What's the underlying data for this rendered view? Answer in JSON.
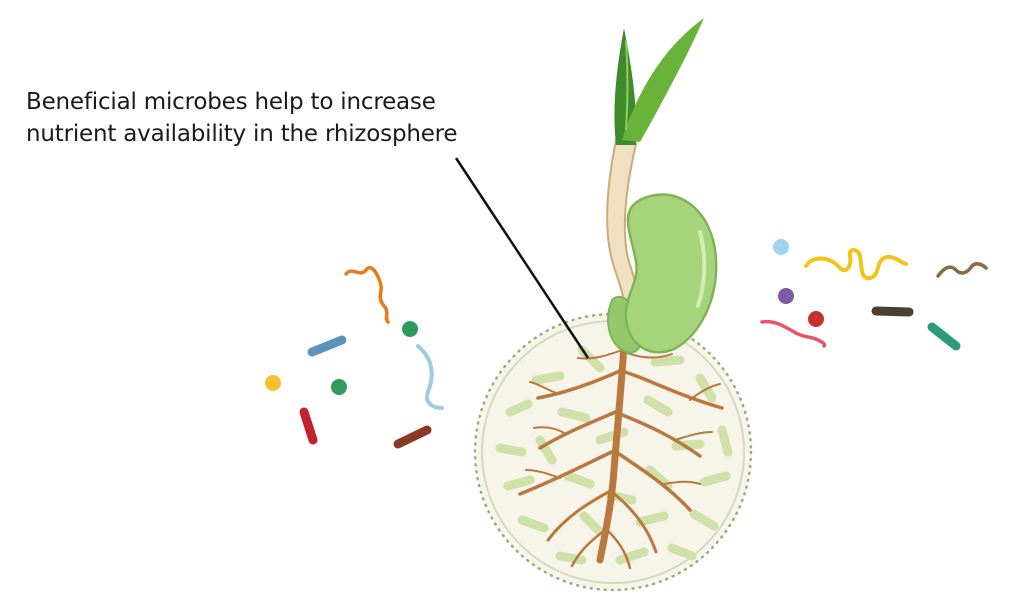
{
  "caption": {
    "line1": "Beneficial microbes help to increase",
    "line2": "nutrient availability in the rhizosphere"
  },
  "colors": {
    "leaf_dark": "#3f8a2c",
    "leaf_light": "#69b33a",
    "stem": "#eee0c0",
    "stem_outline": "#c8ad7a",
    "seed": "#a6d47a",
    "seed_outline": "#7fb35a",
    "root": "#b9783f",
    "rhizosphere_fill": "#f7f4ea",
    "rhizosphere_border": "#8fb27a",
    "soil_microbe": "#cfe0a8",
    "pointer_line": "#111111"
  },
  "microbes": [
    {
      "shape": "squiggle",
      "color": "#e87a1d"
    },
    {
      "shape": "rod",
      "color": "#5b93bb"
    },
    {
      "shape": "dot",
      "color": "#2e9a5e"
    },
    {
      "shape": "curve",
      "color": "#9fcbe0"
    },
    {
      "shape": "dot",
      "color": "#f2c12e"
    },
    {
      "shape": "dot",
      "color": "#2e9a5e"
    },
    {
      "shape": "rod",
      "color": "#c0252b"
    },
    {
      "shape": "rod",
      "color": "#8b3a25"
    },
    {
      "shape": "dot",
      "color": "#9fd3ef"
    },
    {
      "shape": "squiggle",
      "color": "#f2c418"
    },
    {
      "shape": "squiggle",
      "color": "#8a6a45"
    },
    {
      "shape": "dot",
      "color": "#7b5aa6"
    },
    {
      "shape": "dot",
      "color": "#c9302c"
    },
    {
      "shape": "squiggle",
      "color": "#e9546b"
    },
    {
      "shape": "rod",
      "color": "#4a4032"
    },
    {
      "shape": "rod",
      "color": "#2e9a7a"
    }
  ]
}
